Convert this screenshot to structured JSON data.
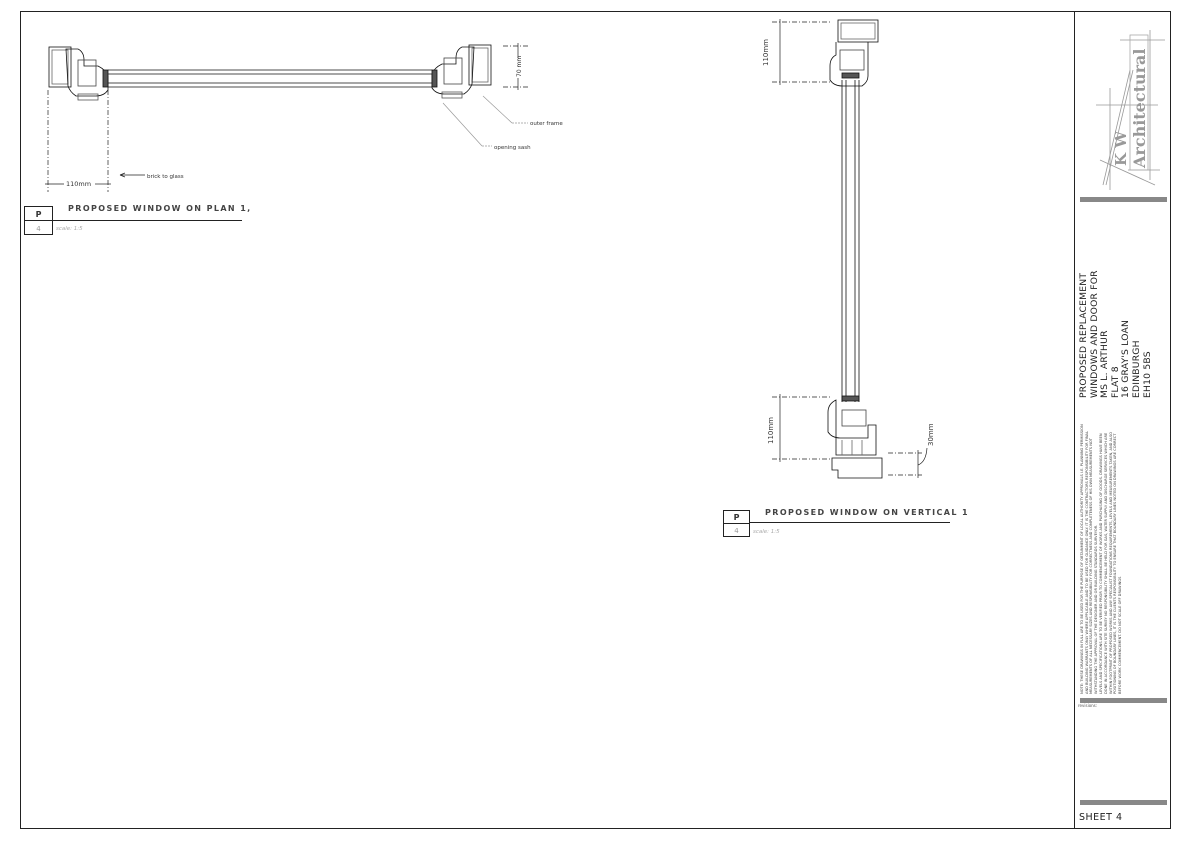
{
  "plan_detail": {
    "title": "PROPOSED WINDOW ON PLAN 1,",
    "ref_letter": "P",
    "ref_number": "4",
    "scale": "scale: 1:5",
    "dim_width": "110mm",
    "dim_depth": "70 mm",
    "label_brick_to_glass": "brick to glass",
    "label_outer_frame": "outer frame",
    "label_opening_sash": "opening sash"
  },
  "vertical_detail": {
    "title": "PROPOSED WINDOW ON VERTICAL 1",
    "ref_letter": "P",
    "ref_number": "4",
    "scale": "scale: 1:5",
    "dim_top": "110mm",
    "dim_bottom": "110mm",
    "dim_cill": "30mm"
  },
  "title_block": {
    "logo_text_1": "K W",
    "logo_text_2": "Architectural",
    "project_lines": [
      "PROPOSED  REPLACEMENT",
      "WINDOWS AND DOOR FOR",
      "MS L. ARTHUR",
      "FLAT 8",
      "16 GRAY'S LOAN",
      "EDINBURGH",
      "EH10 5BS"
    ],
    "notes": [
      "NOTE: THESE DRAWINGS IN FULL ARE TO BE USED FOR THE PURPOSE OF OBTAINMENT OF LOCAL AUTHORITY APPROVALS I.E. PLANNING PERMISSION AND BUILDING WARRANTS ONLY WHERE APPLICABLE AND TO BE USED FOR GUIDANCE ONLY. IT IS THE CONTRACTORS RESPONSIBILITY FOR FINAL MEASUREMENTS OF ALL NECESSARY SIZES AND RESPONSIBILITY FOR CORRECTNESS AND COMPLETENESS OF HIS OWN MEASUREMENTS NOT WITHSTANDING THE APPROVAL OF THE DESIGNER AND OR BUILDING STANDARDS SURVEYOR.",
      "LEVELS AND SPECIFICATIONS ARE TO BE VERIFIED PRIOR TO COMMENCEMENT OF WORKS AND PURCHASING OF GOODS. DRAWINGS HAVE BEEN DONE IN ACCORDANCE WITH SITE SURVEY NO RESPONSIBILITY SHALL BE HELD FOR GAS, WATER SUPPLY AND DISCHARGE SERVICES WHICH ARE WITHIN FOOTPRINT OF PROPOSED WORKS AND ANY SPECIALIST FOUNDATIONS REQUIREMENTS, LEVELS AND MEASUREMENTS TAKEN, AND ALSO POSITIONING OF BOUNDARY LINES, IT IS THE CLIENTS RESPONSIBILITY TO ENSURE THAT BOUNDARY LINES NOTED ON DRAWINGS ARE CORRECT BEFORE WORK COMMENCEMENT.   DO NOT SCALE OFF DRAWINGS"
    ],
    "revisions_label": "revisions:",
    "sheet_label": "SHEET  4"
  },
  "colors": {
    "line": "#111111",
    "bar": "#888888",
    "frame_grey": "#777777"
  }
}
